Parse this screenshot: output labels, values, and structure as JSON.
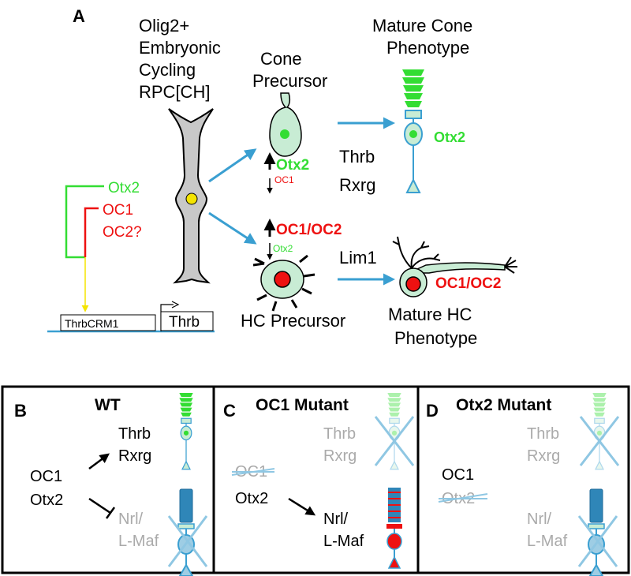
{
  "panel_a": {
    "letter": "A",
    "rpc_label": [
      "Olig2+",
      "Embryonic",
      "Cycling",
      "RPC[CH]"
    ],
    "cone_precursor_label": [
      "Cone",
      "Precursor"
    ],
    "mature_cone_label": [
      "Mature Cone",
      "Phenotype"
    ],
    "hc_precursor_label": "HC Precursor",
    "mature_hc_label": [
      "Mature HC",
      "Phenotype"
    ],
    "cone_up": "Otx2",
    "cone_down": "OC1",
    "hc_up": "OC1/OC2",
    "hc_down": "Otx2",
    "cone_factors": [
      "Thrb",
      "Rxrg"
    ],
    "hc_factor": "Lim1",
    "mature_cone_marker": "Otx2",
    "mature_hc_marker": "OC1/OC2",
    "crm_inputs": [
      "Otx2",
      "OC1",
      "OC2?"
    ],
    "crm_label": "ThrbCRM1",
    "gene_label": "Thrb"
  },
  "panel_b": {
    "letter": "B",
    "title": "WT",
    "regulators": [
      "OC1",
      "Otx2"
    ],
    "targets_on": [
      "Thrb",
      "Rxrg"
    ],
    "targets_off": [
      "Nrl/",
      "L-Maf"
    ]
  },
  "panel_c": {
    "letter": "C",
    "title": "OC1 Mutant",
    "regulator_deleted": "OC1",
    "regulator": "Otx2",
    "targets_off": [
      "Thrb",
      "Rxrg"
    ],
    "targets_on": [
      "Nrl/",
      "L-Maf"
    ]
  },
  "panel_d": {
    "letter": "D",
    "title": "Otx2 Mutant",
    "regulator": "OC1",
    "regulator_deleted": "Otx2",
    "targets_off_top": [
      "Thrb",
      "Rxrg"
    ],
    "targets_off_bottom": [
      "Nrl/",
      "L-Maf"
    ]
  },
  "colors": {
    "blue": "#3a9fd1",
    "green": "#33dd33",
    "red": "#ee1111",
    "yellow": "#f4e400",
    "gray": "#aaaaaa",
    "cell_fill": "#c8ecd4",
    "rpc_fill": "#c8c8c8"
  }
}
